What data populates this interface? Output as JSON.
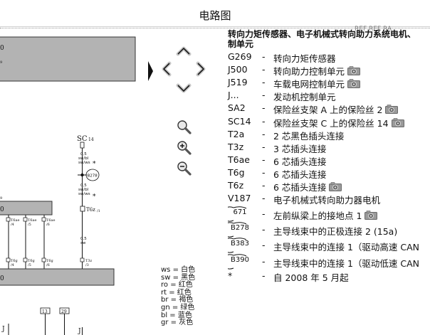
{
  "window": {
    "title": "电路图"
  },
  "legend": {
    "heading_line1": "转向力矩传感器、电子机械式转向助力系统电机、",
    "heading_line2": "制单元",
    "refs": "REF REF RA",
    "items": [
      {
        "code": "G269",
        "desc": "转向力矩传感器",
        "photo": false
      },
      {
        "code": "J500",
        "desc": "转向助力控制单元",
        "photo": true
      },
      {
        "code": "J519",
        "desc": "车载电网控制单元",
        "photo": true
      },
      {
        "code": "J...",
        "desc": "发动机控制单元",
        "photo": false
      },
      {
        "code": "SA2",
        "desc": "保险丝支架 A 上的保险丝 2",
        "photo": true
      },
      {
        "code": "SC14",
        "desc": "保险丝支架 C 上的保险丝 14",
        "photo": true
      },
      {
        "code": "T2a",
        "desc": "2 芯黑色插头连接",
        "photo": false
      },
      {
        "code": "T3z",
        "desc": "3 芯插头连接",
        "photo": false
      },
      {
        "code": "T6ae",
        "desc": "6 芯插头连接",
        "photo": false
      },
      {
        "code": "T6g",
        "desc": "6 芯插头连接",
        "photo": false
      },
      {
        "code": "T6z",
        "desc": "6 芯插头连接",
        "photo": true
      },
      {
        "code": "V187",
        "desc": "电子机械式转向助力器电机",
        "photo": false
      }
    ],
    "circled": [
      {
        "code": "671",
        "desc": "左前纵梁上的接地点 1",
        "photo": true
      },
      {
        "code": "B278",
        "desc": "主导线束中的正极连接 2 (15a)",
        "photo": false
      },
      {
        "code": "B383",
        "desc": "主导线束中的连接 1（驱动高速 CAN",
        "photo": false
      },
      {
        "code": "B390",
        "desc": "主导线束中的连接 1（驱动低速 CAN",
        "photo": false
      }
    ],
    "footnote": {
      "code": "*",
      "desc": "自 2008 年 5 月起"
    }
  },
  "colors": [
    "ws = 白色",
    "sw = 黑色",
    "ro = 红色",
    "rt = 红色",
    "br = 褐色",
    "gn = 绿色",
    "bl = 蓝色",
    "gr = 灰色"
  ],
  "diagram": {
    "labels": {
      "sc14": "SC",
      "sc14_sub": "14",
      "wire1_size": "0,5",
      "wire1_color": "sw/bl",
      "wire1_color2": "sw/ws",
      "star1": "*",
      "b278": "B278",
      "wire2_size": "0,5",
      "wire2_color": "sw/bl",
      "wire2_color2": "sw/ws",
      "star2": "*",
      "t6z": "T6z",
      "t6z_sub": "/1",
      "wire3_size": "0,5",
      "wire3_color": "sw",
      "t6ae_a": "T6ae",
      "t6ae_a_pin": "/4",
      "t6ae_b": "T6ae",
      "t6ae_b_pin": "/5",
      "t6ae_c": "T6ae",
      "t6ae_c_pin": "/6",
      "t6g_a": "T6g",
      "t6g_a_pin": "/4",
      "t6g_b": "T6g",
      "t6g_b_pin": "/5",
      "t6g_c": "T6g",
      "t6g_c_pin": "/6",
      "t3z": "T3z",
      "t3z_pin": "/3",
      "box1": "0",
      "box1_sub": "9",
      "box2": "0",
      "box2_sub": "9",
      "box3": "0",
      "num13": "13",
      "num29": "29",
      "j_a": "J",
      "j_b": "J"
    }
  }
}
